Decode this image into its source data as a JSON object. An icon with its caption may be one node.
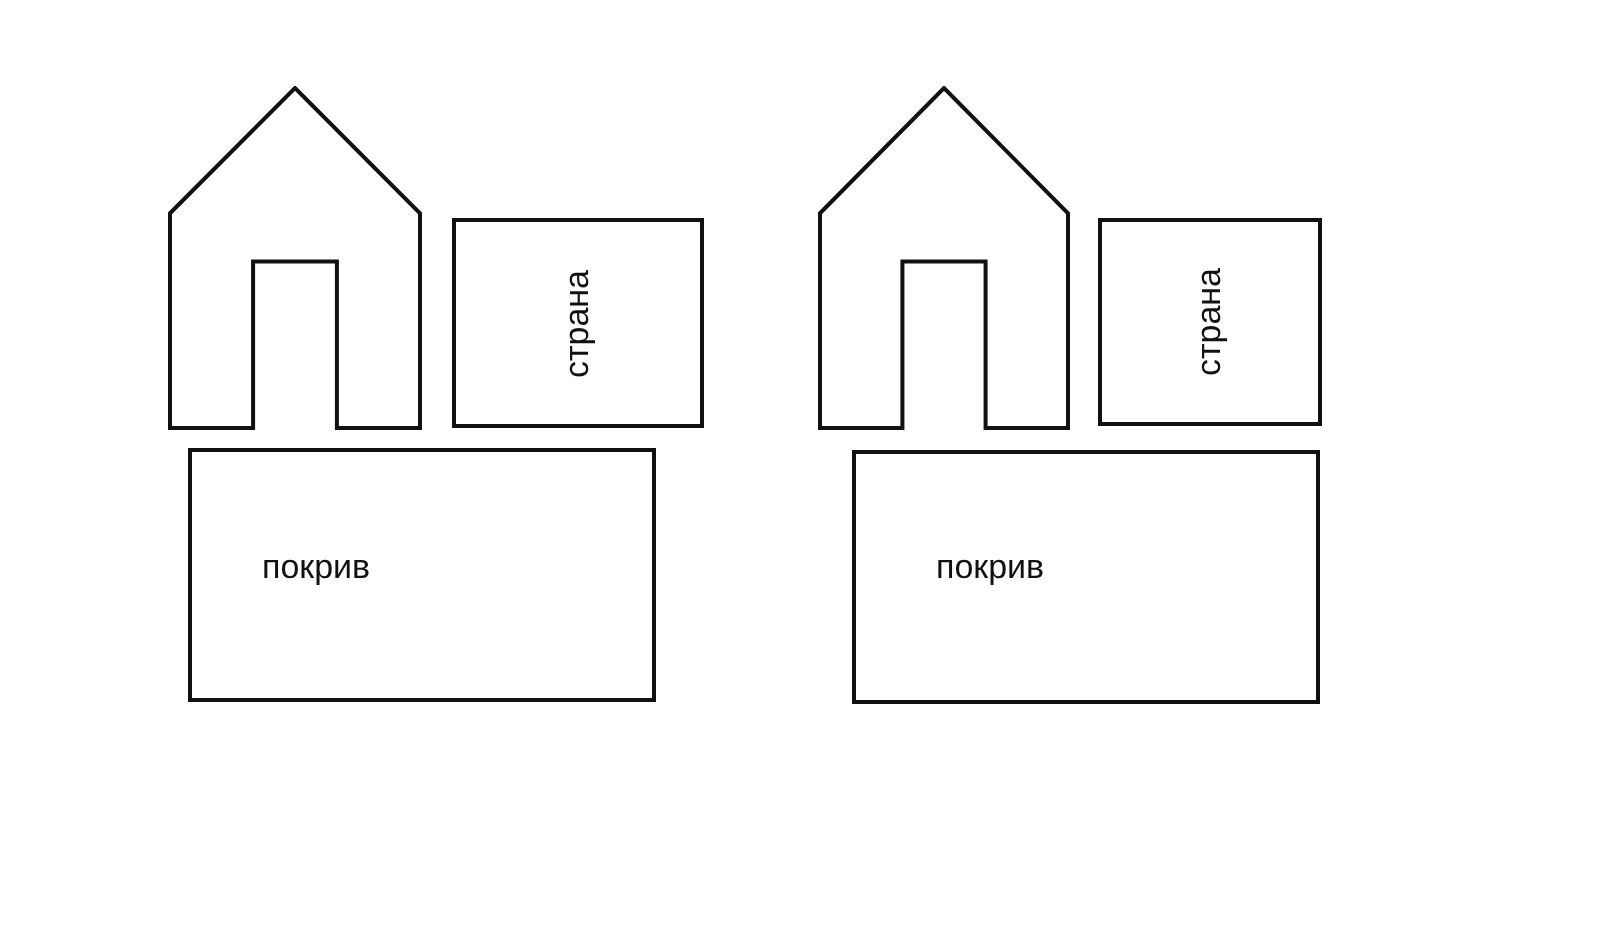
{
  "diagram": {
    "nodes": [
      {
        "text": [],
        "shape": "house"
      },
      {
        "text": [
          "страна"
        ]
      },
      {
        "text": [],
        "shape": "house"
      },
      {
        "text": [
          "страна"
        ]
      },
      {
        "text": [
          "покрив"
        ]
      },
      {
        "text": [
          "покрив"
        ]
      }
    ]
  }
}
